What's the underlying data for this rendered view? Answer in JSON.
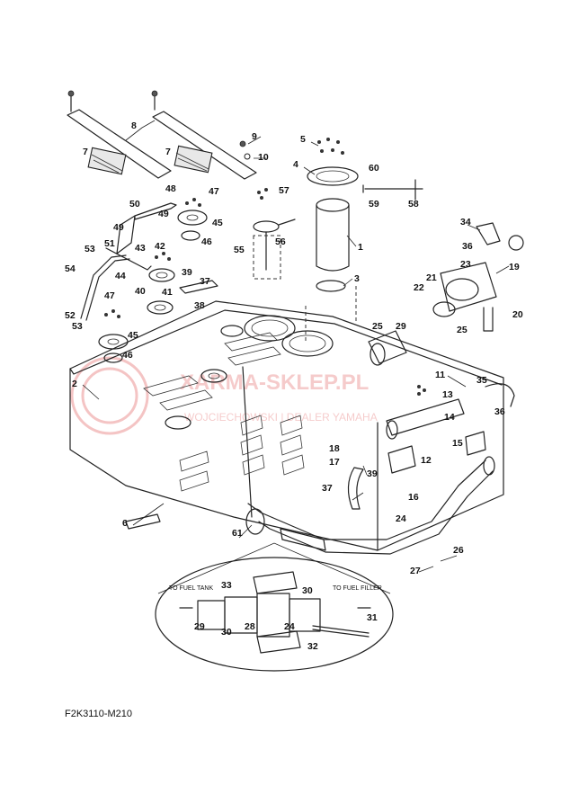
{
  "diagram_code": "F2K3110-M210",
  "watermark": {
    "brand": "XARMA-SKLEP.PL",
    "subtitle": "WOJCIECHOWSKI | DEALER YAMAHA"
  },
  "detail_view": {
    "left_direction": "TO FUEL TANK",
    "right_direction": "TO FUEL FILLER"
  },
  "callouts": {
    "c1": "1",
    "c2": "2",
    "c3": "3",
    "c4": "4",
    "c5": "5",
    "c6": "6",
    "c7a": "7",
    "c7b": "7",
    "c8": "8",
    "c9": "9",
    "c10": "10",
    "c11": "11",
    "c12": "12",
    "c13": "13",
    "c14": "14",
    "c15": "15",
    "c16": "16",
    "c17": "17",
    "c18": "18",
    "c19": "19",
    "c20": "20",
    "c21": "21",
    "c22": "22",
    "c23": "23",
    "c24a": "24",
    "c24b": "24",
    "c25a": "25",
    "c25b": "25",
    "c26": "26",
    "c27": "27",
    "c28": "28",
    "c29a": "29",
    "c29b": "29",
    "c30a": "30",
    "c30b": "30",
    "c31": "31",
    "c32": "32",
    "c33": "33",
    "c34": "34",
    "c35": "35",
    "c36a": "36",
    "c36b": "36",
    "c37a": "37",
    "c37b": "37",
    "c38": "38",
    "c39a": "39",
    "c39b": "39",
    "c40": "40",
    "c41": "41",
    "c42": "42",
    "c43": "43",
    "c44": "44",
    "c45a": "45",
    "c45b": "45",
    "c46a": "46",
    "c46b": "46",
    "c47a": "47",
    "c47b": "47",
    "c48": "48",
    "c49a": "49",
    "c49b": "49",
    "c50": "50",
    "c51": "51",
    "c52": "52",
    "c53a": "53",
    "c53b": "53",
    "c54": "54",
    "c55": "55",
    "c56": "56",
    "c57": "57",
    "c58": "58",
    "c59": "59",
    "c60": "60",
    "c61": "61"
  }
}
